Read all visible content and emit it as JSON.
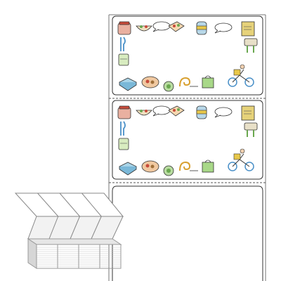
{
  "labels": [
    {
      "name": "label-1",
      "icons": [
        "food-container-icon",
        "soup-bowl-icon",
        "speech-bubble-icon",
        "bento-box-icon",
        "jar-icon",
        "speech-bubble-icon",
        "food-bag-icon",
        "cutlery-icon",
        "juice-box-icon",
        "cutlery-set-icon",
        "lunch-box-icon",
        "food-tray-icon",
        "coin-icon",
        "snail-icon",
        "shopping-bag-icon",
        "delivery-cyclist-icon"
      ]
    },
    {
      "name": "label-2",
      "icons": [
        "food-container-icon",
        "soup-bowl-icon",
        "speech-bubble-icon",
        "bento-box-icon",
        "jar-icon",
        "speech-bubble-icon",
        "food-bag-icon",
        "cutlery-icon",
        "juice-box-icon",
        "cutlery-set-icon",
        "lunch-box-icon",
        "food-tray-icon",
        "coin-icon",
        "snail-icon",
        "shopping-bag-icon",
        "delivery-cyclist-icon"
      ]
    }
  ],
  "stack": {
    "columns": 4,
    "description_icon": "fanfold-label-stack-icon"
  },
  "colors": {
    "outline": "#333333",
    "liner": "#777777",
    "stack_shade": "#e6e6e6",
    "stack_edge": "#999999",
    "accent_red": "#c84a3a",
    "accent_green": "#6aa84f",
    "accent_blue": "#4a90c8",
    "accent_yellow": "#e8c84a",
    "accent_brown": "#a0703a"
  }
}
